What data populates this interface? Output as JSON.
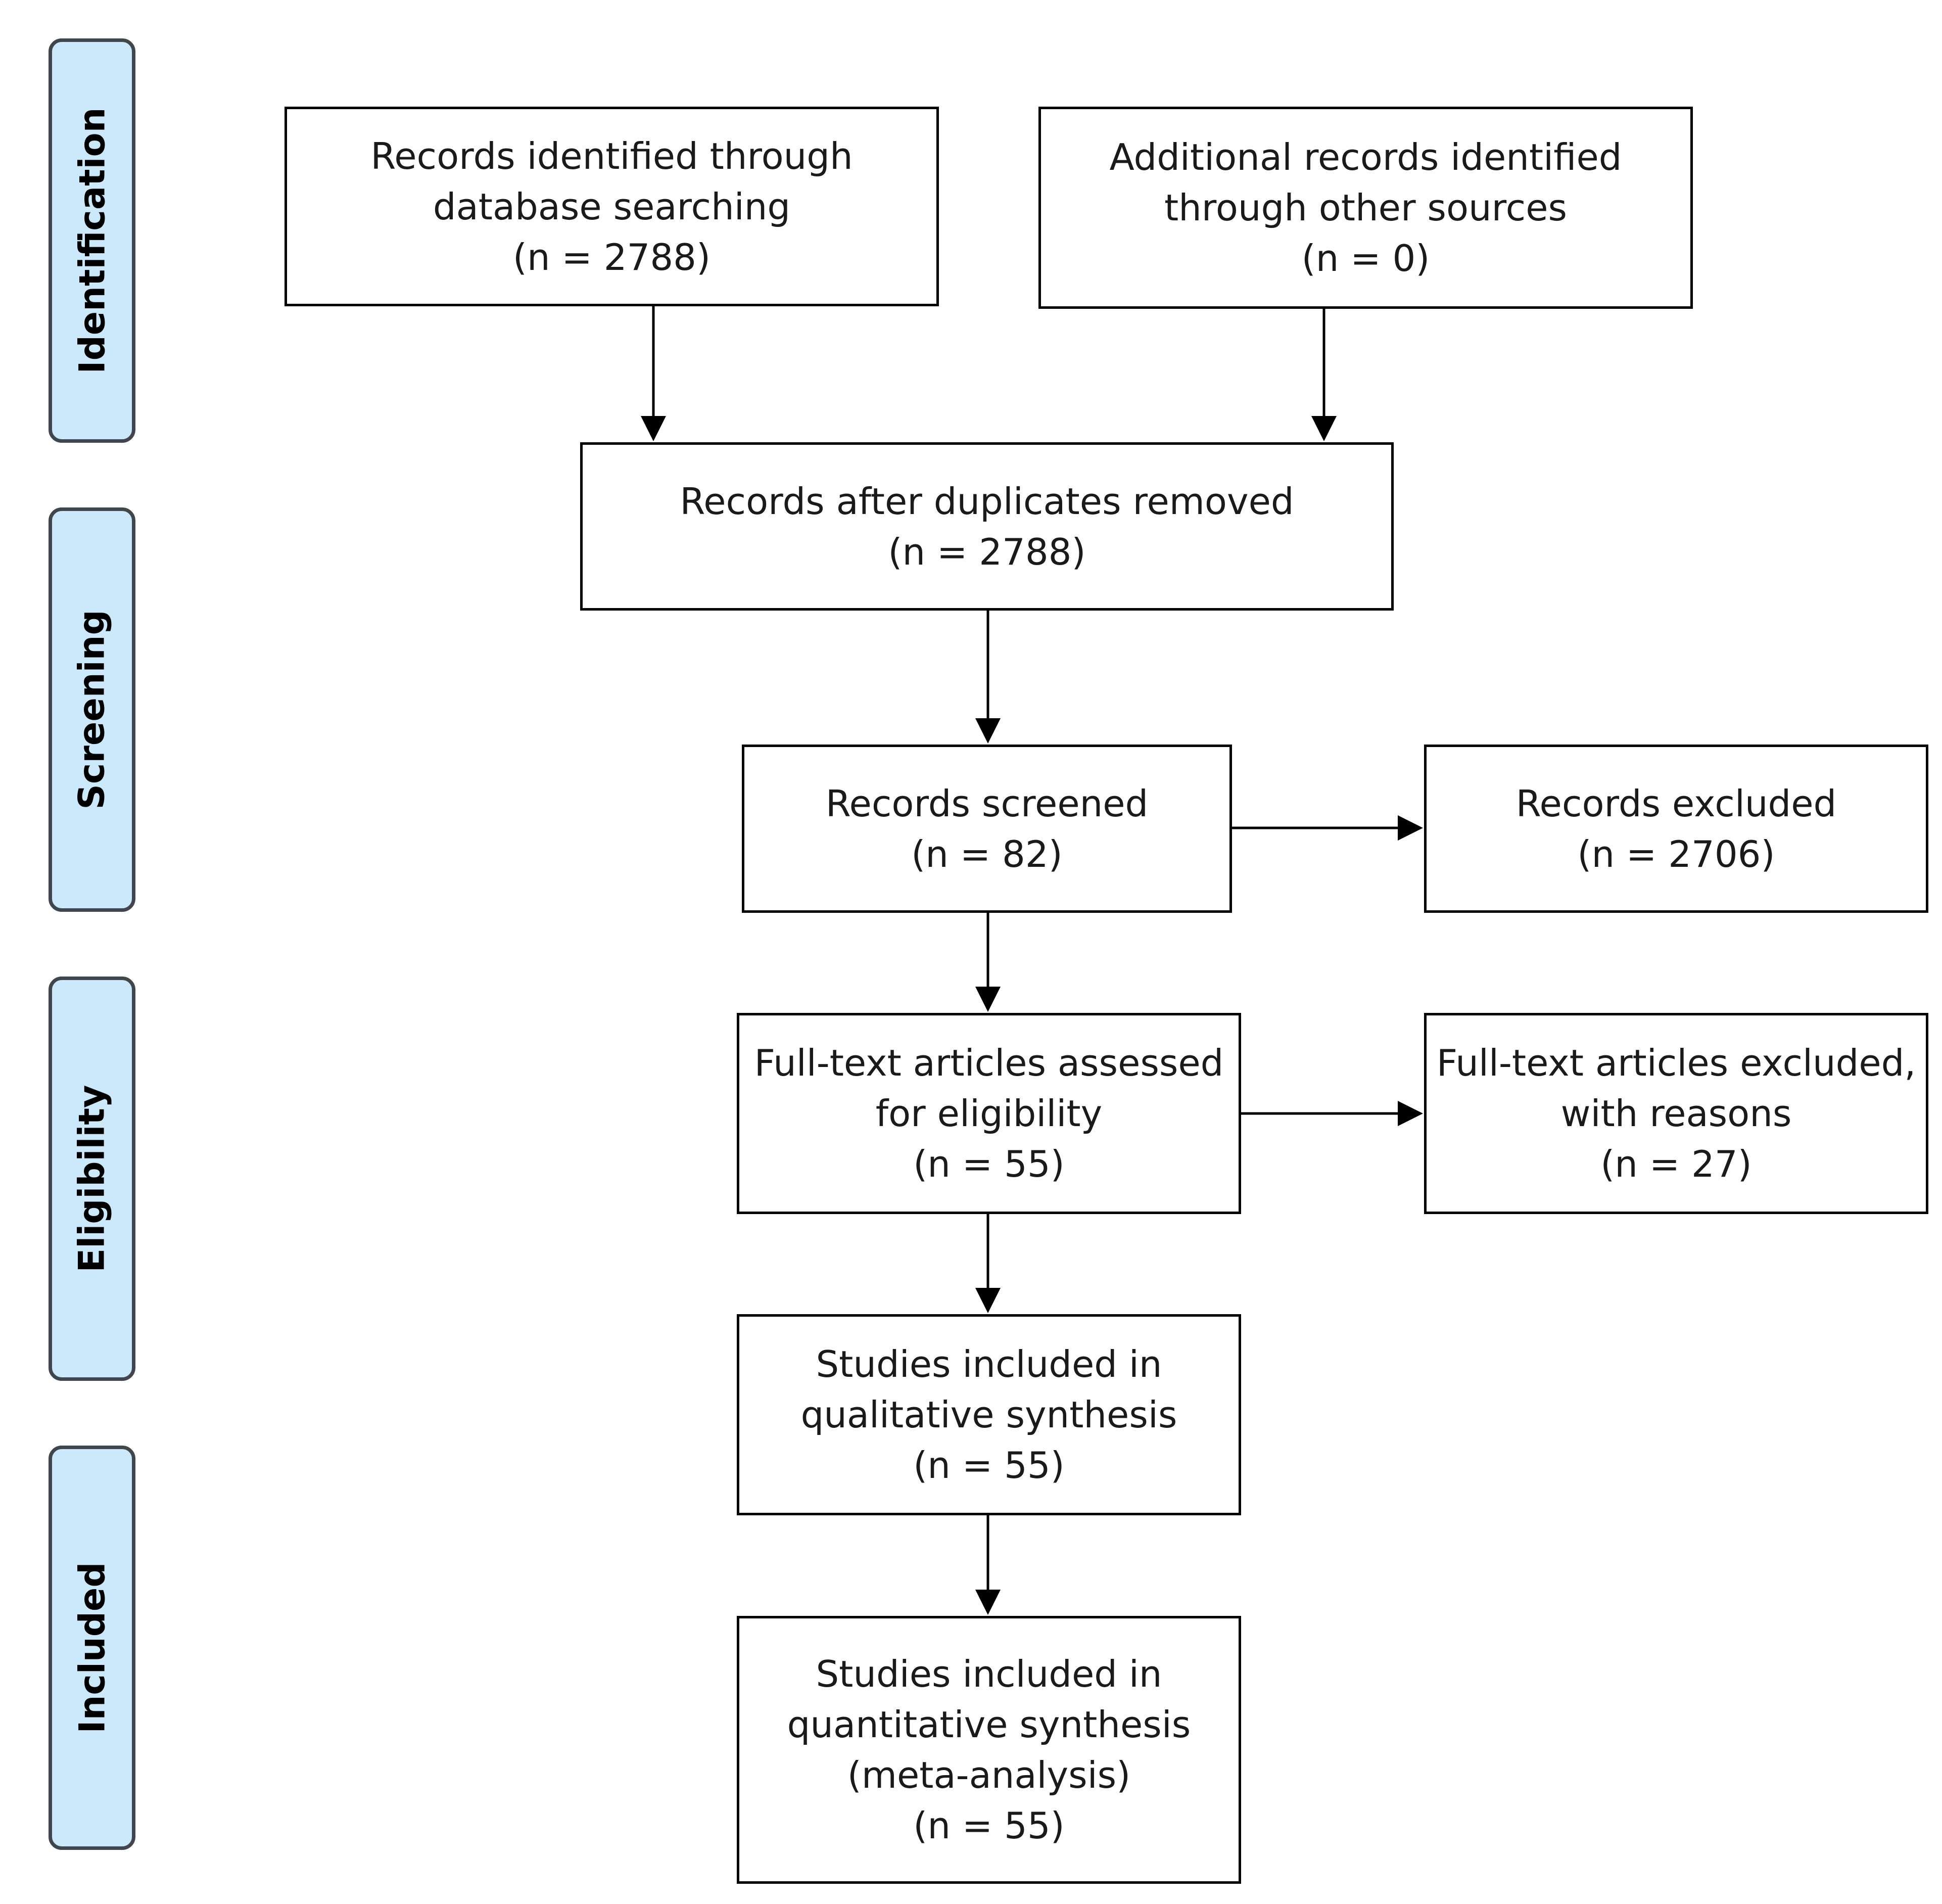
{
  "phases": {
    "identification": "Identification",
    "screening": "Screening",
    "eligibility": "Eligibility",
    "included": "Included"
  },
  "boxes": {
    "database_records": "Records identified through\ndatabase searching\n(n = 2788)",
    "other_sources_records": "Additional records identified\nthrough other sources\n(n = 0)",
    "after_duplicates": "Records after duplicates removed\n(n = 2788)",
    "screened": "Records screened\n(n = 82)",
    "excluded": "Records excluded\n(n = 2706)",
    "fulltext_assessed": "Full-text articles assessed\nfor eligibility\n(n = 55)",
    "fulltext_excluded": "Full-text articles excluded,\nwith reasons\n(n = 27)",
    "qualitative": "Studies included in\nqualitative synthesis\n(n = 55)",
    "quantitative": "Studies included in\nquantitative synthesis\n(meta-analysis)\n(n = 55)"
  },
  "colors": {
    "phase_fill": "#cce9fb",
    "phase_border": "#3f464c",
    "box_border": "#000000"
  }
}
